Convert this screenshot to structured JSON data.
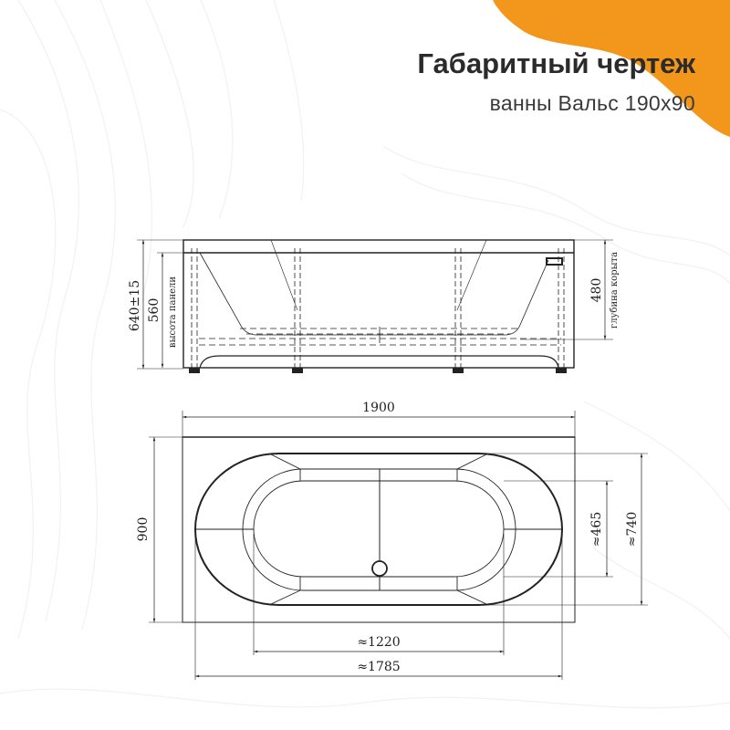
{
  "header": {
    "title": "Габаритный чертеж",
    "subtitle": "ванны Вальс 190x90"
  },
  "colors": {
    "accent": "#f2961c",
    "line": "#222222"
  },
  "side_view": {
    "overall_height": "640±15",
    "panel_height": "560",
    "panel_height_label": "высота панели",
    "tub_depth": "480",
    "tub_depth_label": "глубина корыта"
  },
  "top_view": {
    "length": "1900",
    "width": "900",
    "inner_width": "≈465",
    "bowl_width": "≈740",
    "inner_length": "≈1220",
    "bowl_length": "≈1785"
  }
}
